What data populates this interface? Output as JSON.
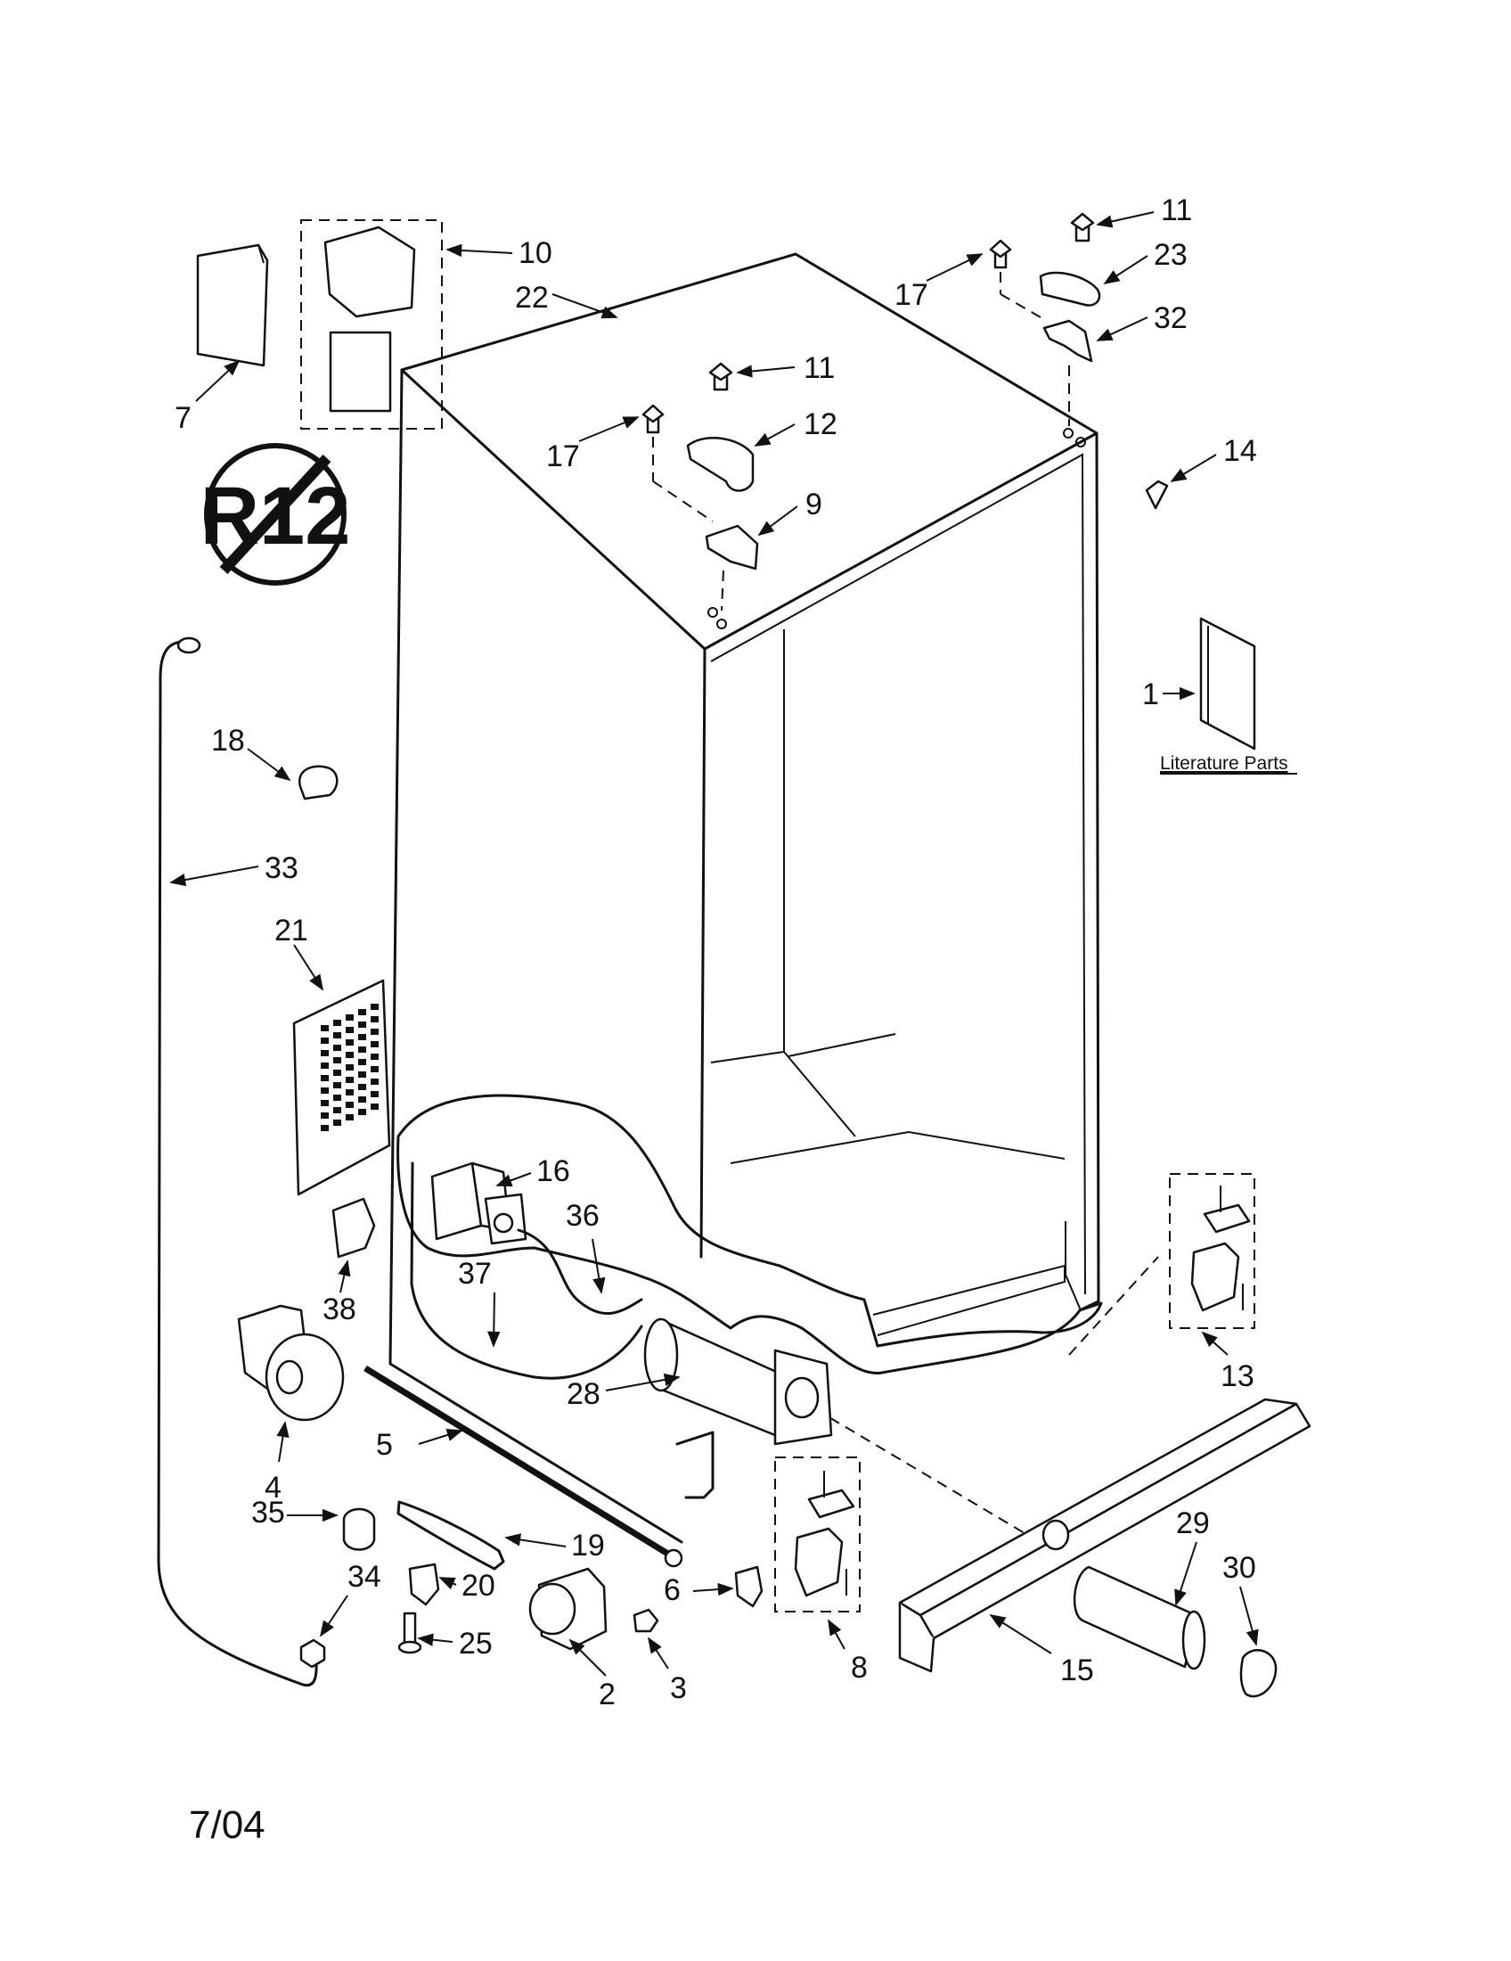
{
  "diagram": {
    "part_labels": [
      "1",
      "2",
      "3",
      "4",
      "5",
      "6",
      "7",
      "8",
      "9",
      "10",
      "11",
      "11",
      "12",
      "13",
      "14",
      "15",
      "16",
      "17",
      "17",
      "18",
      "19",
      "20",
      "21",
      "22",
      "23",
      "25",
      "28",
      "29",
      "30",
      "32",
      "33",
      "34",
      "35",
      "36",
      "37",
      "38"
    ],
    "literature_label": "Literature Parts",
    "date_code": "7/04",
    "r12_symbol_text": "R12",
    "colors": {
      "ink": "#111111",
      "paper": "#ffffff"
    }
  }
}
